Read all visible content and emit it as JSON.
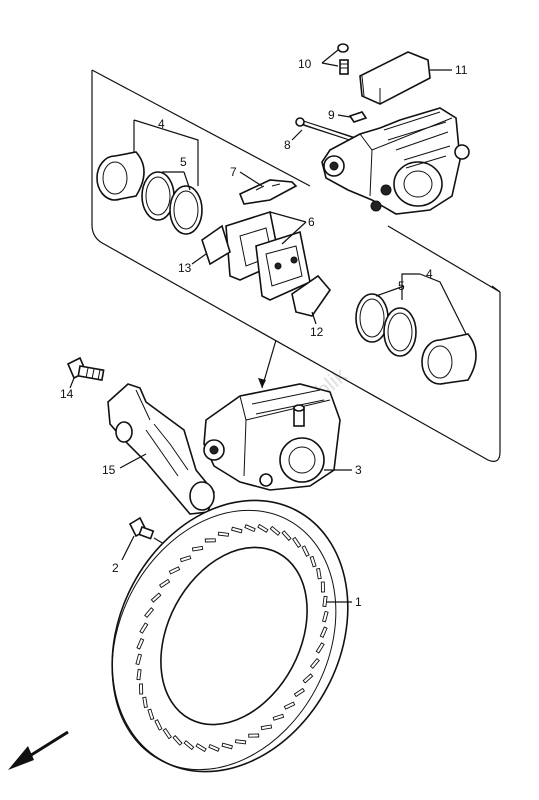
{
  "diagram": {
    "watermark": "PartsRepublik",
    "callouts": [
      {
        "id": "10",
        "text": "10"
      },
      {
        "id": "11",
        "text": "11"
      },
      {
        "id": "9",
        "text": "9"
      },
      {
        "id": "8",
        "text": "8"
      },
      {
        "id": "4a",
        "text": "4"
      },
      {
        "id": "5a",
        "text": "5"
      },
      {
        "id": "7",
        "text": "7"
      },
      {
        "id": "6",
        "text": "6"
      },
      {
        "id": "13",
        "text": "13"
      },
      {
        "id": "12",
        "text": "12"
      },
      {
        "id": "4b",
        "text": "4"
      },
      {
        "id": "5b",
        "text": "5"
      },
      {
        "id": "14",
        "text": "14"
      },
      {
        "id": "15",
        "text": "15"
      },
      {
        "id": "3",
        "text": "3"
      },
      {
        "id": "2",
        "text": "2"
      },
      {
        "id": "1",
        "text": "1"
      }
    ]
  }
}
